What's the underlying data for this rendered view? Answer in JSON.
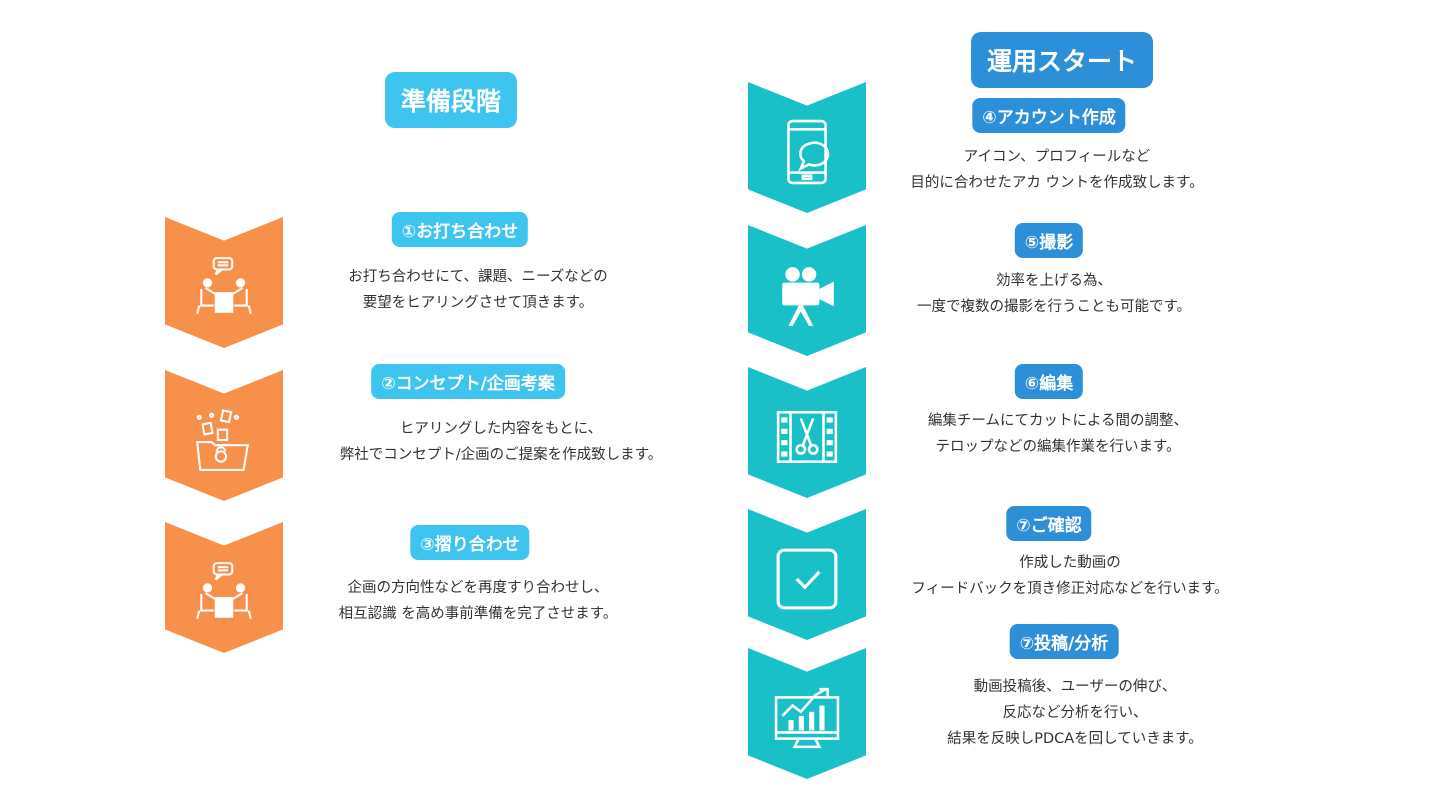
{
  "colors": {
    "orange": "#F7904A",
    "teal": "#19C0C8",
    "light_blue": "#3DC4EF",
    "dark_blue": "#2C8FD8"
  },
  "prep": {
    "title": "準備段階",
    "steps": [
      {
        "label": "①お打ち合わせ",
        "lines": [
          "お打ち合わせにて、課題、ニーズなどの",
          "要望をヒアリングさせて頂きます。"
        ],
        "icon": "meeting-icon"
      },
      {
        "label": "②コンセプト/企画考案",
        "lines": [
          "ヒアリングした内容をもとに、",
          "弊社でコンセプト/企画のご提案を作成致します。"
        ],
        "icon": "folder-idea-icon"
      },
      {
        "label": "③摺り合わせ",
        "lines": [
          "企画の方向性などを再度すり合わせし、",
          "相互認識 を高め事前準備を完了させます。"
        ],
        "icon": "meeting-icon"
      }
    ]
  },
  "ops": {
    "title": "運用スタート",
    "steps": [
      {
        "label": "④アカウント作成",
        "lines": [
          "アイコン、プロフィールなど",
          "目的に合わせたアカ ウントを作成致します。"
        ],
        "icon": "smartphone-chat-icon"
      },
      {
        "label": "⑤撮影",
        "lines": [
          "効率を上げる為、",
          "一度で複数の撮影を行うことも可能です。"
        ],
        "icon": "video-camera-icon"
      },
      {
        "label": "⑥編集",
        "lines": [
          "編集チームにてカットによる間の調整、",
          "テロップなどの編集作業を行います。"
        ],
        "icon": "film-scissors-icon"
      },
      {
        "label": "⑦ご確認",
        "lines": [
          "作成した動画の",
          "フィードバックを頂き修正対応などを行います。"
        ],
        "icon": "checkbox-icon"
      },
      {
        "label": "⑦投稿/分析",
        "lines": [
          "動画投稿後、ユーザーの伸び、",
          "反応など分析を行い、",
          "結果を反映しPDCAを回していきます。"
        ],
        "icon": "analytics-monitor-icon"
      }
    ]
  }
}
